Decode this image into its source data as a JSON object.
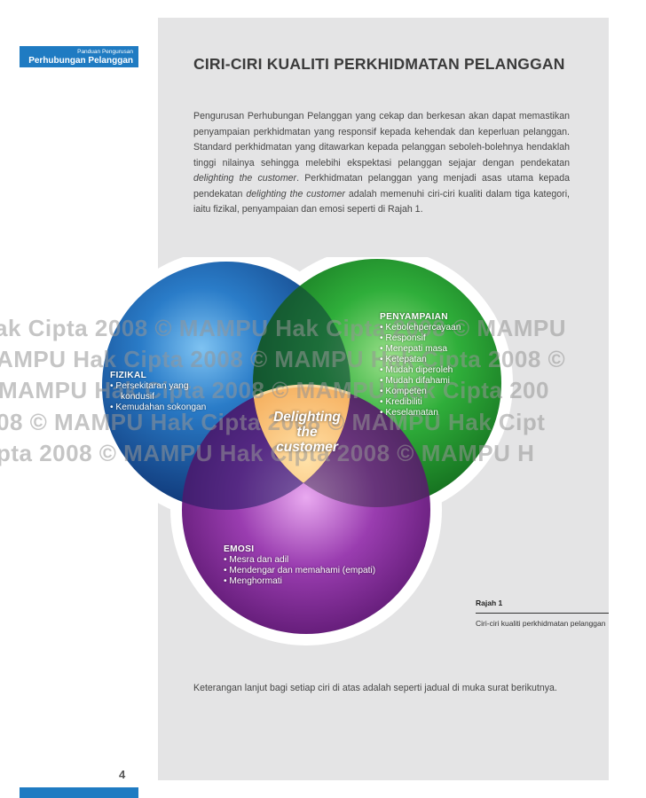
{
  "header": {
    "small": "Panduan Pengurusan",
    "main": "Perhubungan Pelanggan"
  },
  "title": "CIRI-CIRI KUALITI PERKHIDMATAN PELANGGAN",
  "intro": {
    "p1": "Pengurusan Perhubungan Pelanggan yang cekap dan berkesan akan dapat memastikan penyampaian perkhidmatan yang responsif kepada kehendak dan keperluan pelanggan.  Standard perkhidmatan yang ditawarkan kepada pelanggan seboleh-bolehnya hendaklah tinggi nilainya sehingga melebihi ekspektasi pelanggan sejajar dengan pendekatan ",
    "em1": "delighting the customer",
    "p2": ". Perkhidmatan pelanggan yang menjadi asas utama kepada pendekatan ",
    "em2": "delighting the customer",
    "p3": " adalah memenuhi ciri-ciri kualiti dalam tiga kategori, iaitu fizikal, penyampaian dan emosi  seperti di Rajah 1."
  },
  "diagram": {
    "fizikal": {
      "title": "FIZIKAL",
      "items": [
        "• Persekitaran yang",
        "kondusif",
        "• Kemudahan sokongan"
      ]
    },
    "penyampaian": {
      "title": "PENYAMPAIAN",
      "items": [
        "• Kebolehpercayaan",
        "• Responsif",
        "• Menepati masa",
        "• Ketepatan",
        "• Mudah diperoleh",
        "• Mudah difahami",
        "• Kompeten",
        "• Kredibiliti",
        "• Keselamatan"
      ]
    },
    "emosi": {
      "title": "EMOSI",
      "items": [
        "• Mesra dan adil",
        "• Mendengar dan memahami (empati)",
        "• Menghormati"
      ]
    },
    "center": [
      "Delighting",
      "the",
      "customer"
    ],
    "colors": {
      "blue": "#1f64b4",
      "green": "#2fae3a",
      "purple": "#8a2f9e",
      "orange": "#f0a040"
    }
  },
  "watermark": {
    "rows": [
      "ak Cipta 2008 © MAMPU      Hak Cipta 2008 © MAMPU",
      "AMPU    Hak Cipta 2008 © MAMPU    Hak Cipta 2008 ©",
      "MAMPU    Hak Cipta 2008 © MAMPU    Hak Cipta 200",
      "08 © MAMPU    Hak Cipta 2008 © MAMPU    Hak Cipt",
      "pta 2008 © MAMPU    Hak Cipta 2008 © MAMPU    H"
    ]
  },
  "caption": {
    "title": "Rajah 1",
    "text": "Ciri-ciri kualiti perkhidmatan pelanggan"
  },
  "footer_para": "Keterangan lanjut bagi setiap ciri di atas adalah seperti jadual di muka surat berikutnya.",
  "page_number": "4"
}
